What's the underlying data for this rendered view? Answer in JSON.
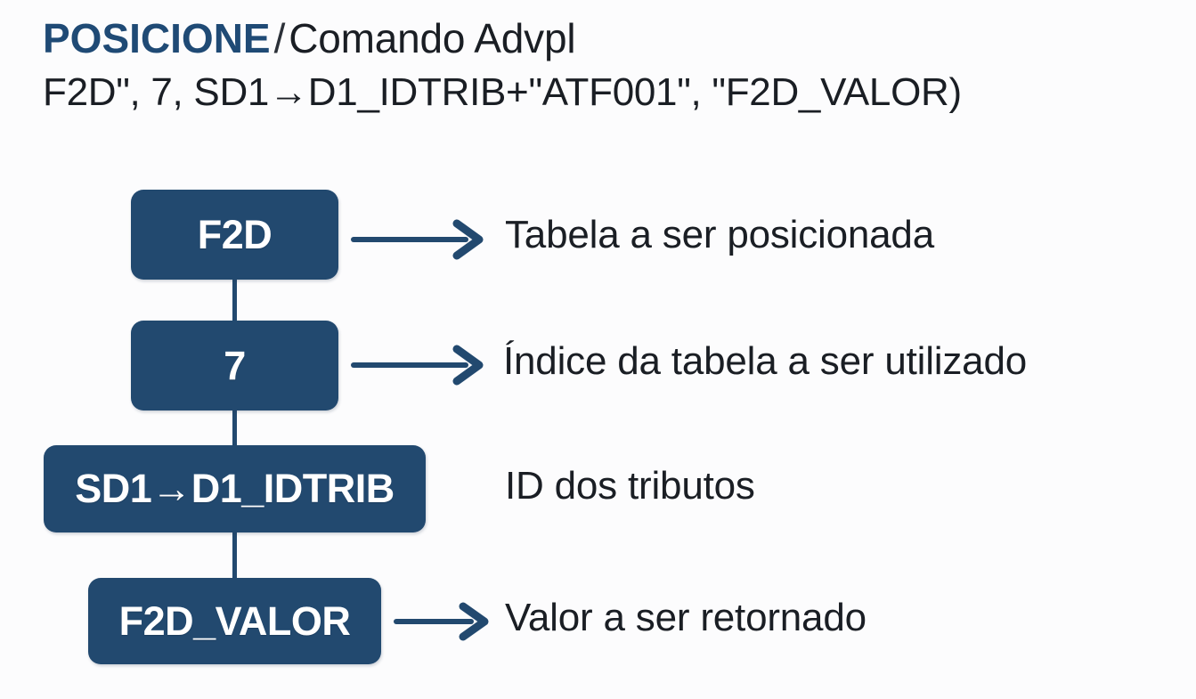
{
  "title": {
    "keyword": "POSICIONE",
    "separator": "/",
    "subtitle": "Comando Advpl",
    "code_line": "F2D\", 7, SD1→D1_IDTRIB+\"ATF001\", \"F2D_VALOR)"
  },
  "colors": {
    "accent_blue": "#1F4A75",
    "box_fill": "#22496F",
    "text_dark": "#1A1E24",
    "box_text": "#FFFFFF",
    "background": "#FCFCFD"
  },
  "diagram": {
    "type": "annotated-parameter-breakdown",
    "rows": [
      {
        "box_label": "F2D",
        "description": "Tabela a ser posicionada",
        "has_arrow": true
      },
      {
        "box_label": "7",
        "description": "Índice da tabela a ser utilizado",
        "has_arrow": true
      },
      {
        "box_label": "SD1→D1_IDTRIB",
        "description": "ID dos tributos",
        "has_arrow": false
      },
      {
        "box_label": "F2D_VALOR",
        "description": "Valor a ser retornado",
        "has_arrow": true
      }
    ]
  }
}
